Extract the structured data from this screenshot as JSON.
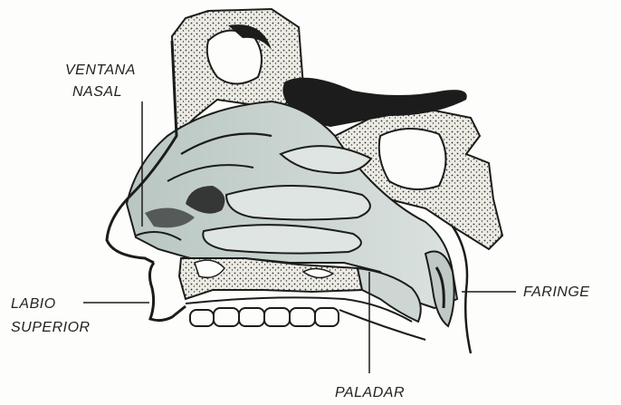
{
  "labels": {
    "nasal_window_line1": "VENTANA",
    "nasal_window_line2": "NASAL",
    "upper_lip_line1": "LABIO",
    "upper_lip_line2": "SUPERIOR",
    "pharynx": "FARINGE",
    "palate": "PALADAR"
  },
  "colors": {
    "ink": "#1c1c1c",
    "cavity_fill": "#c9d3cf",
    "bone_fill": "#e9e7df",
    "paper": "#fdfdfb"
  }
}
